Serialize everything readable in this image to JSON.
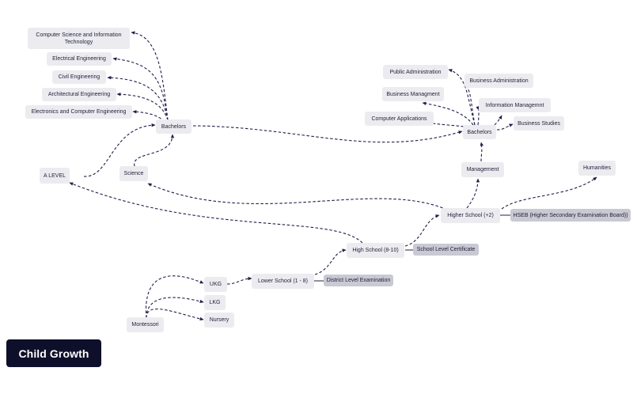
{
  "title": "Child Growth",
  "nodes": {
    "cs_it": "Computer Science and Information Technology",
    "electrical": "Electrical Engineering",
    "civil": "Civil Engineering",
    "architectural": "Architectural Engineering",
    "ece": "Electronics and Computer Engineering",
    "bachelors_science": "Bachelors",
    "a_level": "A LEVEL",
    "science": "Science",
    "public_admin": "Public Administration",
    "business_admin": "Business Administration",
    "business_mgmt": "Business Managment",
    "info_mgmt": "Information Managemnt",
    "computer_apps": "Computer Applications",
    "business_studies": "Business Studies",
    "bachelors_mgmt": "Bachelors",
    "management": "Management",
    "humanities": "Humanities",
    "higher_school": "Higher School (+2)",
    "hseb": "HSEB (Higher Secondary Examination Board))",
    "high_school": "High School (8-10)",
    "slc": "School Level Certificate",
    "lower_school": "Lower School (1 - 8)",
    "dle": "District Level Examination",
    "ukg": "UKG",
    "lkg": "LKG",
    "nursery": "Nursery",
    "montessori": "Montessori"
  },
  "colors": {
    "edge": "#1f1f4a",
    "node_bg": "#ececf0",
    "label_bg": "#c9c9d3",
    "badge_bg": "#0e0f2a"
  }
}
